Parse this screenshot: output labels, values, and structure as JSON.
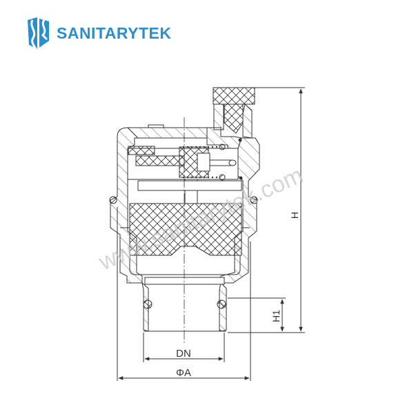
{
  "brand": {
    "name": "SANITARYTEK",
    "color": "#2a8fcf",
    "logo_icon": "shield-s-logo-icon"
  },
  "watermark": {
    "text": "www.sanitarytek.com",
    "color": "#c9c9c9"
  },
  "drawing": {
    "subject": "Automatic air vent valve cross-section",
    "line_color": "#333333",
    "dimensions": {
      "height_total": "H",
      "height_thread": "H1",
      "nominal_diameter": "DN",
      "outer_diameter": "ΦA"
    }
  }
}
